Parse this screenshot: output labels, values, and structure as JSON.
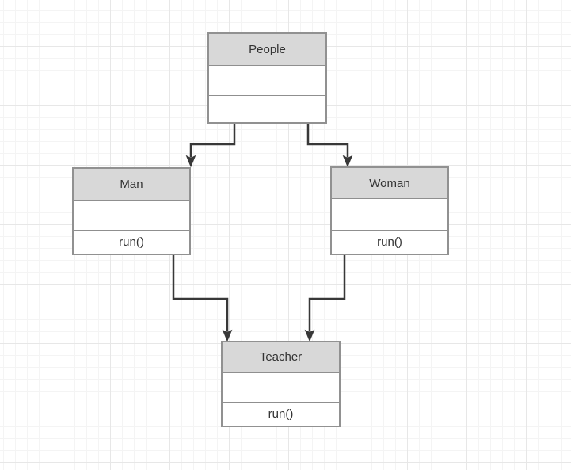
{
  "diagram": {
    "type": "uml-class-diagram",
    "classes": [
      {
        "name": "People",
        "attributes": "",
        "methods": ""
      },
      {
        "name": "Man",
        "attributes": "",
        "methods": "run()"
      },
      {
        "name": "Woman",
        "attributes": "",
        "methods": "run()"
      },
      {
        "name": "Teacher",
        "attributes": "",
        "methods": "run()"
      }
    ],
    "relationships": [
      {
        "from": "People",
        "to": "Man",
        "style": "orthogonal-arrow"
      },
      {
        "from": "People",
        "to": "Woman",
        "style": "orthogonal-arrow"
      },
      {
        "from": "Man",
        "to": "Teacher",
        "style": "orthogonal-arrow"
      },
      {
        "from": "Woman",
        "to": "Teacher",
        "style": "orthogonal-arrow"
      }
    ],
    "colors": {
      "canvas": "#ffffff",
      "grid_minor": "#f4f4f4",
      "grid_major": "#e7e7e7",
      "border": "#919191",
      "divider": "#8f8f8f",
      "header_fill": "#d8d8d8",
      "body_fill": "#ffffff",
      "connector": "#383838",
      "text": "#333333"
    }
  }
}
